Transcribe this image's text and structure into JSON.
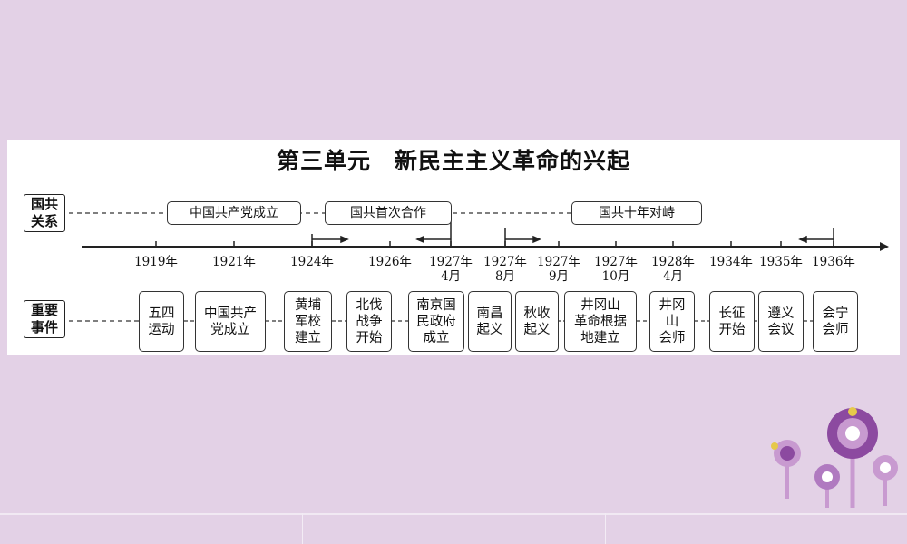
{
  "title": {
    "unit": "第三单元",
    "text": "新民主主义革命的兴起"
  },
  "row_labels": {
    "relations": "国共\n关系",
    "events": "重要\n事件"
  },
  "phases": [
    "中国共产党成立",
    "国共首次合作",
    "国共十年对峙"
  ],
  "years": [
    "1919年",
    "1921年",
    "1924年",
    "1926年",
    "1927年\n4月",
    "1927年\n8月",
    "1927年\n9月",
    "1927年\n10月",
    "1928年\n4月",
    "1934年",
    "1935年",
    "1936年"
  ],
  "events": [
    "五四\n运动",
    "中国共产\n党成立",
    "黄埔\n军校\n建立",
    "北伐\n战争\n开始",
    "南京国\n民政府\n成立",
    "南昌\n起义",
    "秋收\n起义",
    "井冈山\n革命根据\n地建立",
    "井冈\n山\n会师",
    "长征\n开始",
    "遵义\n会议",
    "会宁\n会师"
  ],
  "colors": {
    "background": "#e3d1e6",
    "panel": "#ffffff",
    "line": "#222222",
    "deco_purple": "#8c4aa0",
    "deco_light": "#c89ad0",
    "deco_yellow": "#e6c94a"
  }
}
